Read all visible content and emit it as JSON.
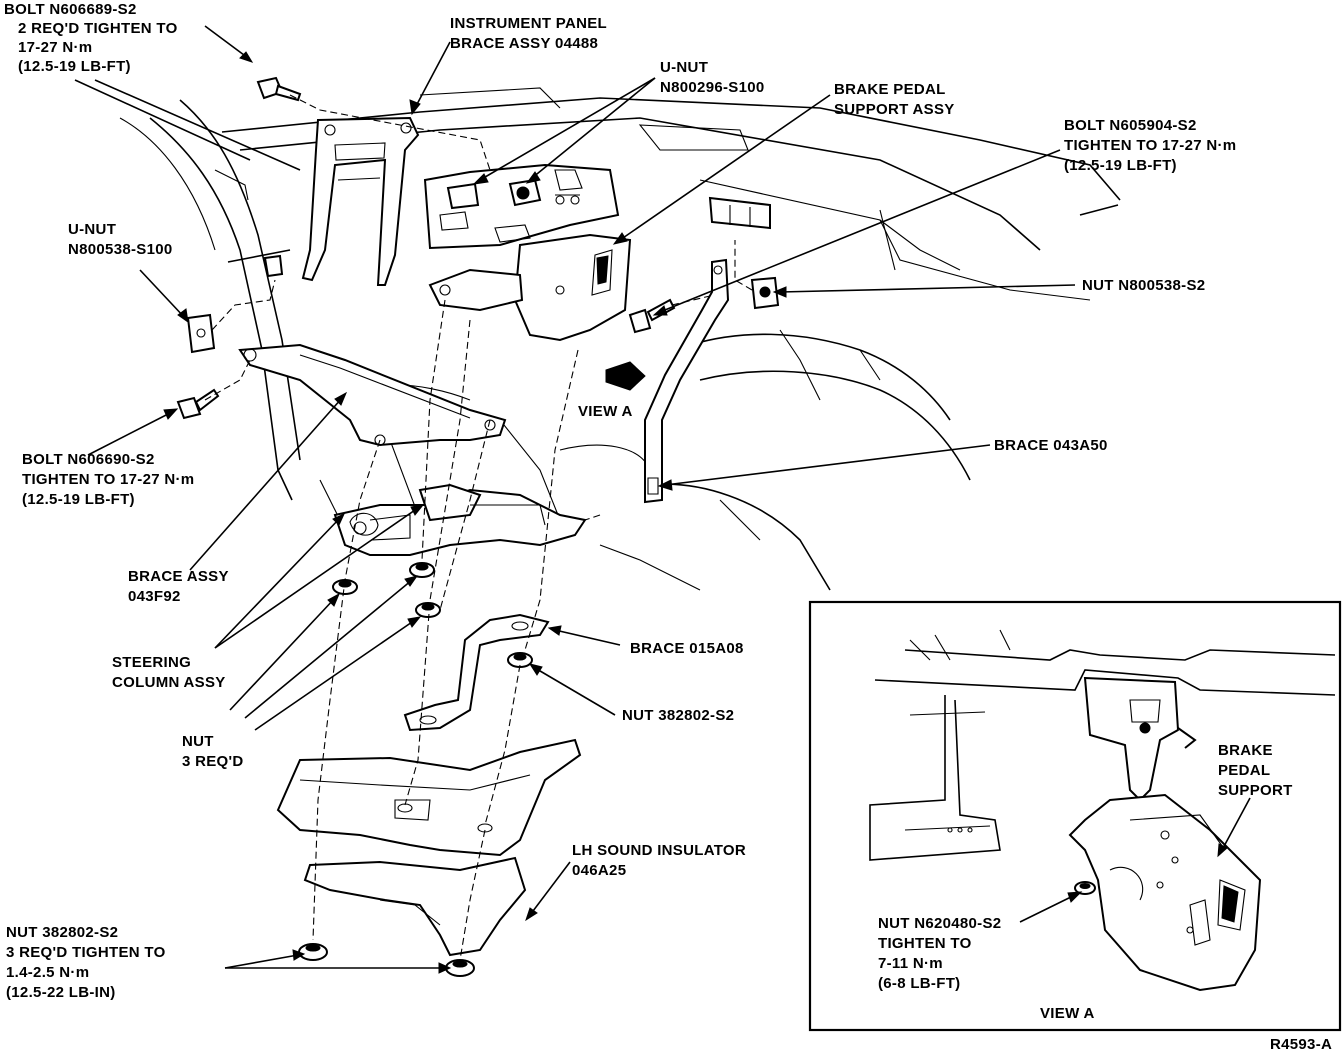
{
  "labels": {
    "bolt_top_left": [
      "BOLT N606689-S2",
      "2 REQ'D TIGHTEN TO",
      "17-27 N·m",
      "(12.5-19 LB-FT)"
    ],
    "ip_brace": [
      "INSTRUMENT PANEL",
      "BRACE ASSY 04488"
    ],
    "unut_top": [
      "U-NUT",
      "N800296-S100"
    ],
    "brake_pedal_support": [
      "BRAKE PEDAL",
      "SUPPORT ASSY"
    ],
    "bolt_top_right": [
      "BOLT N605904-S2",
      "TIGHTEN TO 17-27 N·m",
      "(12.5-19 LB-FT)"
    ],
    "unut_left": [
      "U-NUT",
      "N800538-S100"
    ],
    "nut_right": [
      "NUT N800538-S2"
    ],
    "view_a_arrow": [
      "VIEW A"
    ],
    "bolt_mid_left": [
      "BOLT N606690-S2",
      "TIGHTEN TO 17-27 N·m",
      "(12.5-19 LB-FT)"
    ],
    "brace_043a50": [
      "BRACE 043A50"
    ],
    "brace_assy_043f92": [
      "BRACE ASSY",
      "043F92"
    ],
    "steering_column": [
      "STEERING",
      "COLUMN ASSY"
    ],
    "brace_015a08": [
      "BRACE 015A08"
    ],
    "nut_3_reqd": [
      "NUT",
      "3 REQ'D"
    ],
    "nut_382802": [
      "NUT 382802-S2"
    ],
    "lh_sound_insulator": [
      "LH SOUND INSULATOR",
      "046A25"
    ],
    "nut_bottom_left": [
      "NUT 382802-S2",
      "3 REQ'D TIGHTEN TO",
      "1.4-2.5 N·m",
      "(12.5-22 LB-IN)"
    ],
    "inset_brake_pedal_support": [
      "BRAKE",
      "PEDAL",
      "SUPPORT"
    ],
    "inset_nut": [
      "NUT N620480-S2",
      "TIGHTEN TO",
      "7-11 N·m",
      "(6-8 LB-FT)"
    ],
    "inset_title": [
      "VIEW A"
    ],
    "figure_id": [
      "R4593-A"
    ]
  }
}
